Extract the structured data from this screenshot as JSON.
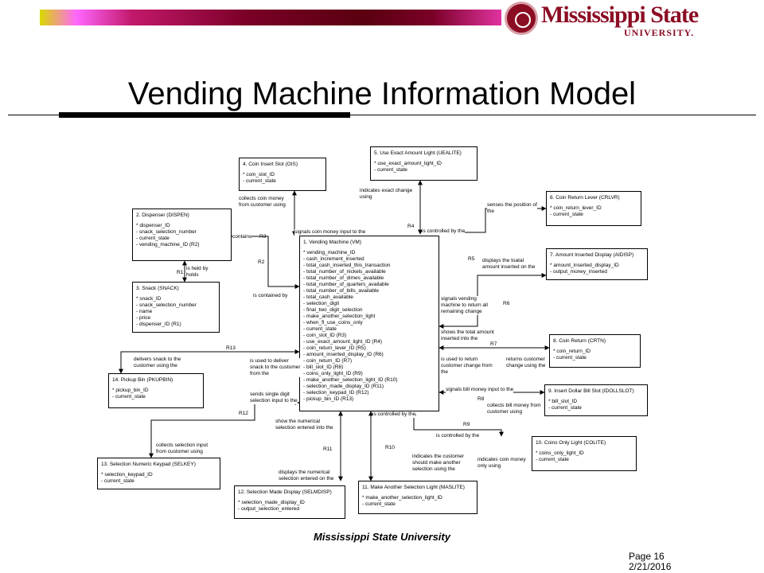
{
  "header": {
    "logo_text": "Mississippi State",
    "logo_subtext": "UNIVERSITY."
  },
  "slide": {
    "title": "Vending Machine Information Model"
  },
  "footer": {
    "university": "Mississippi State University",
    "page": "Page 16",
    "date": "2/21/2016"
  },
  "classes": {
    "ois": {
      "title": "4.   Coin Insert Slot (OIS)",
      "attrs": [
        "*    coin_slot_ID",
        "-    current_state"
      ]
    },
    "uealite": {
      "title": "5.   Use Exact Amount Light (UEALITE)",
      "attrs": [
        "*    use_exact_amount_light_ID",
        "-    current_state"
      ]
    },
    "crlvr": {
      "title": "6.   Coin Return Lever (CRLVR)",
      "attrs": [
        "*    coin_return_lever_ID",
        "-    current_state"
      ]
    },
    "dispen": {
      "title": "2.   Dispenser (DISPEN)",
      "attrs": [
        "*    dispenser_ID",
        "-    snack_selection_number",
        "-    current_state",
        "-    vending_machine_ID (R2)"
      ]
    },
    "vm": {
      "title": "1.   Vending Machine (VM)",
      "attrs": [
        "*    vending_machine_ID",
        "-    cash_increment_inserted",
        "-    total_cash_inserted_this_transaction",
        "-    total_number_of_nickels_available",
        "-    total_number_of_dimes_available",
        "-    total_number_of_quarters_available",
        "-    total_number_of_bills_available",
        "-    total_cash_available",
        "-    selection_digit",
        "-    final_two_digit_selection",
        "-    make_another_selection_light",
        "-    when_fl_use_coins_only",
        "-    current_state",
        "-    coin_slot_ID (R3)",
        "-    use_exact_amount_light_ID (R4)",
        "-    coin_return_lever_ID (R5)",
        "-    amount_inserted_display_ID (R6)",
        "-    coin_return_ID (R7)",
        "-    bill_slot_ID (R8)",
        "-    coins_only_light_ID (R9)",
        "-    make_another_selection_light_ID (R10)",
        "-    selection_made_display_ID (R11)",
        "-    selection_keypad_ID (R12)",
        "-    pickup_bin_ID (R13)"
      ]
    },
    "aidisp": {
      "title": "7.   Amount Inserted Display (AIDISP)",
      "attrs": [
        "*    amount_inserted_display_ID",
        "-    output_money_inserted"
      ]
    },
    "snack": {
      "title": "3.   Snack (SNACK)",
      "attrs": [
        "*    snack_ID",
        "-    snack_selection_number",
        "-    name",
        "-    price",
        "-    dispenser_ID (R1)"
      ]
    },
    "crtn": {
      "title": "8.   Coin Return (CRTN)",
      "attrs": [
        "*    coin_return_ID",
        "-    current_state"
      ]
    },
    "pkupbin": {
      "title": "14.  Pickup Bin (PKUPBIN)",
      "attrs": [
        "*    pickup_bin_ID",
        "-    current_state"
      ]
    },
    "dollslot": {
      "title": "9.   Insert Dollar Bill Slot (IDOLLSLOT)",
      "attrs": [
        "*    bill_slot_ID",
        "-    current_state"
      ]
    },
    "colite": {
      "title": "10.  Coins Only Light (COLITE)",
      "attrs": [
        "*    coins_only_light_ID",
        "-    current_state"
      ]
    },
    "selkey": {
      "title": "13.  Selection Numeric Keypad (SELKEY)",
      "attrs": [
        "*    selection_keypad_ID",
        "-    current_state"
      ]
    },
    "selmdisp": {
      "title": "12.  Selection Made Display (SELMDISP)",
      "attrs": [
        "*    selection_made_display_ID",
        "-    output_selection_entered"
      ]
    },
    "maslite": {
      "title": "11.  Make Another Selection Light (MASLITE)",
      "attrs": [
        "*    make_another_selection_light_ID",
        "-    current_state"
      ]
    }
  },
  "phrases": {
    "collects_coin": "collects coin money\nfrom customer using",
    "signals_coin": "signals coin money input to the",
    "indicates_exact": "indicates exact change\nusing",
    "is_controlled_r4": "is controlled by the",
    "senses_position": "senses the position of\nthe",
    "contains": "contains",
    "displays_total": "displays the toatal\namount inserted on the",
    "is_held_by": "is held by\nholds",
    "is_contained_by": "is contained by",
    "signals_vending": "signals vending\nmachine to return all\nremaining change",
    "shows_total": "shows the total amount\ninserted into the",
    "delivers_snack": "delivers snack to the\ncustomer using the",
    "is_used_deliver": "is used to deliver\nsnack to the customer\nfrom the",
    "is_used_return": "is used to return\ncustomer change from\nthe",
    "returns_change": "returns customer\nchange using the",
    "signals_bill": "signals bill money input to the",
    "sends_digit": "sends single digit\nselection input to the",
    "collects_bill": "collects bill money from\ncustomer using",
    "is_controlled_r10": "is controlled by the",
    "show_numerical": "show the numerical\nselection entered into the",
    "is_controlled_r9": "is controlled by the",
    "collects_selection": "collects selection input\nfrom customer using",
    "indicates_another": "indicates the customer\nshould make another\nselection using the",
    "indicates_coin": "indicates coin money\nonly using",
    "displays_numerical": "displays the numerical\nselection entered on the"
  },
  "relations": {
    "r1": "R1",
    "r2": "R2",
    "r3": "R3",
    "r4": "R4",
    "r5": "R5",
    "r6": "R6",
    "r7": "R7",
    "r8": "R8",
    "r9": "R9",
    "r10": "R10",
    "r11": "R11",
    "r12": "R12",
    "r13": "R13"
  }
}
